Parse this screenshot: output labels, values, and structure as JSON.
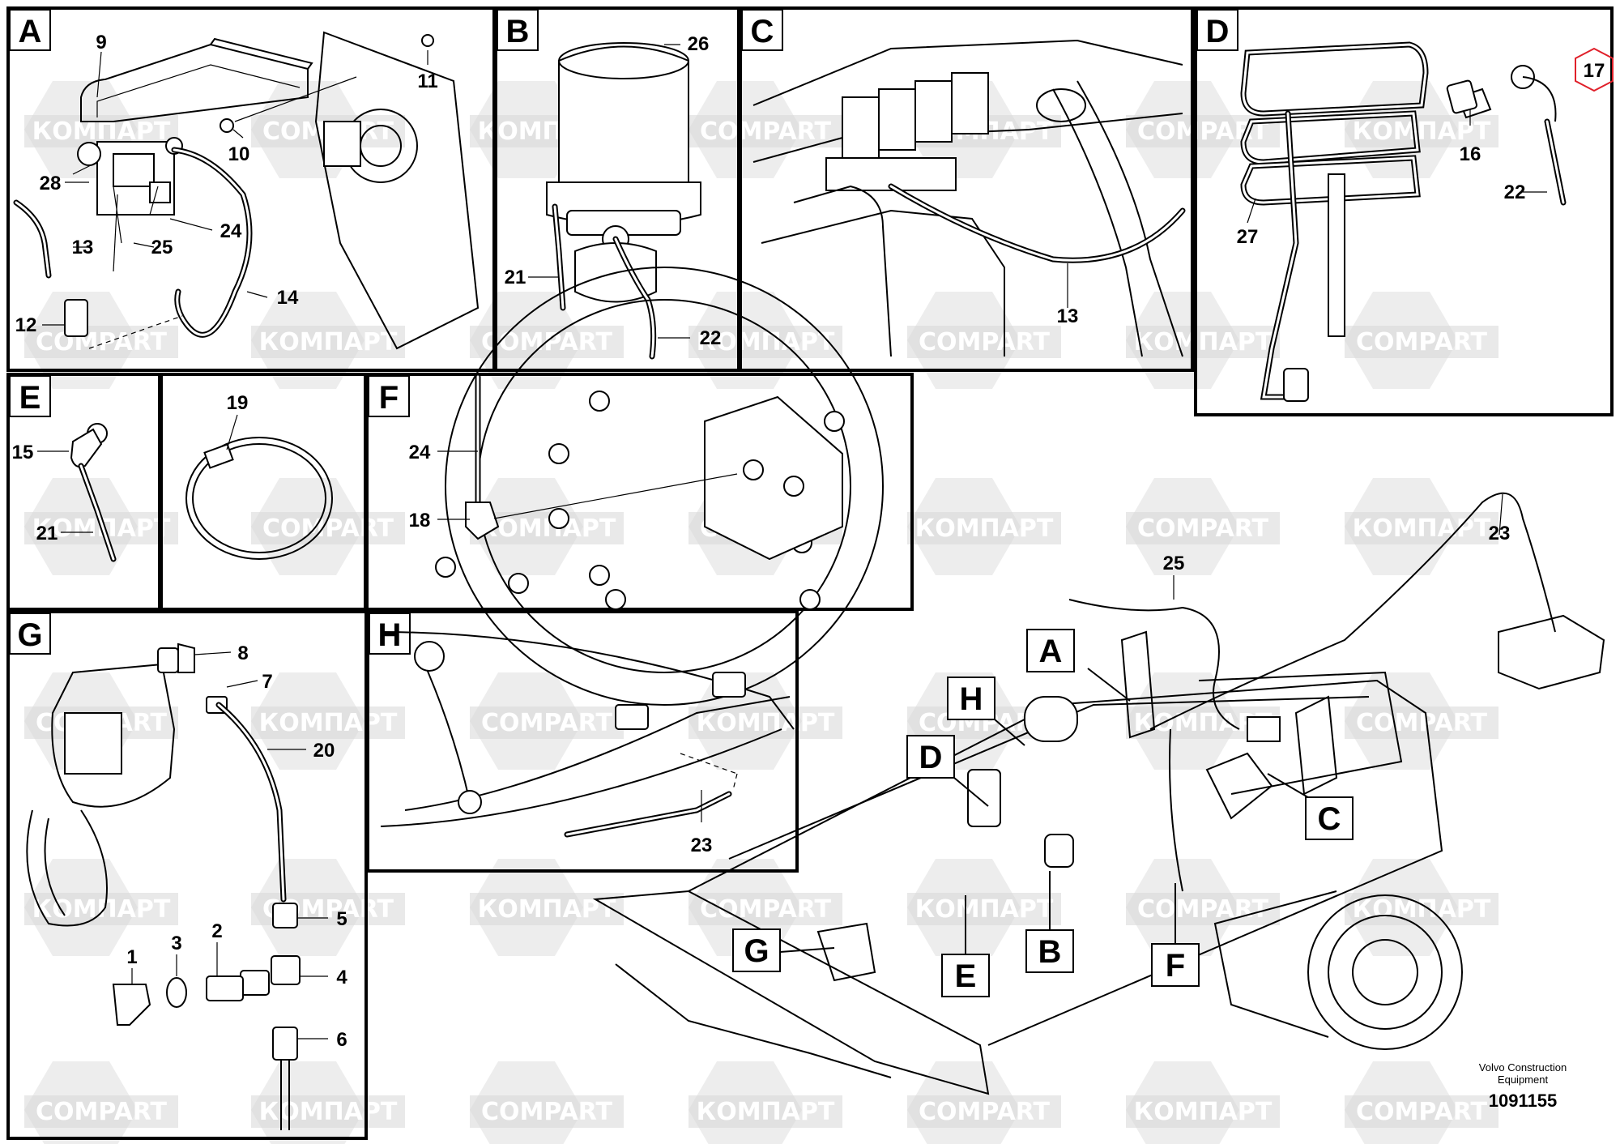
{
  "watermark": {
    "latin": "COMPART",
    "cyrillic": "КОМПАРТ"
  },
  "panels": [
    {
      "letter": "A"
    },
    {
      "letter": "B"
    },
    {
      "letter": "C"
    },
    {
      "letter": "D"
    },
    {
      "letter": "E"
    },
    {
      "letter": "F"
    },
    {
      "letter": "G"
    },
    {
      "letter": "H"
    }
  ],
  "part_numbers": {
    "panel_a": [
      "9",
      "11",
      "10",
      "28",
      "24",
      "13",
      "25",
      "14",
      "12"
    ],
    "panel_b": [
      "26",
      "21",
      "22"
    ],
    "panel_c": [
      "13"
    ],
    "panel_d": [
      "17",
      "16",
      "22",
      "27"
    ],
    "panel_e": [
      "15",
      "21"
    ],
    "panel_19": [
      "19"
    ],
    "panel_f": [
      "24",
      "18"
    ],
    "panel_g": [
      "8",
      "7",
      "20",
      "5",
      "4",
      "6",
      "1",
      "3",
      "2"
    ],
    "panel_h": [
      "23"
    ],
    "overview": [
      "25",
      "23"
    ]
  },
  "overview_callouts": [
    "A",
    "H",
    "D",
    "C",
    "G",
    "E",
    "B",
    "F"
  ],
  "footer": {
    "brand": "Volvo Construction Equipment",
    "drawing_number": "1091155"
  },
  "colors": {
    "line": "#000000",
    "watermark": "#d7d7d7",
    "highlight": "#e0202a"
  }
}
